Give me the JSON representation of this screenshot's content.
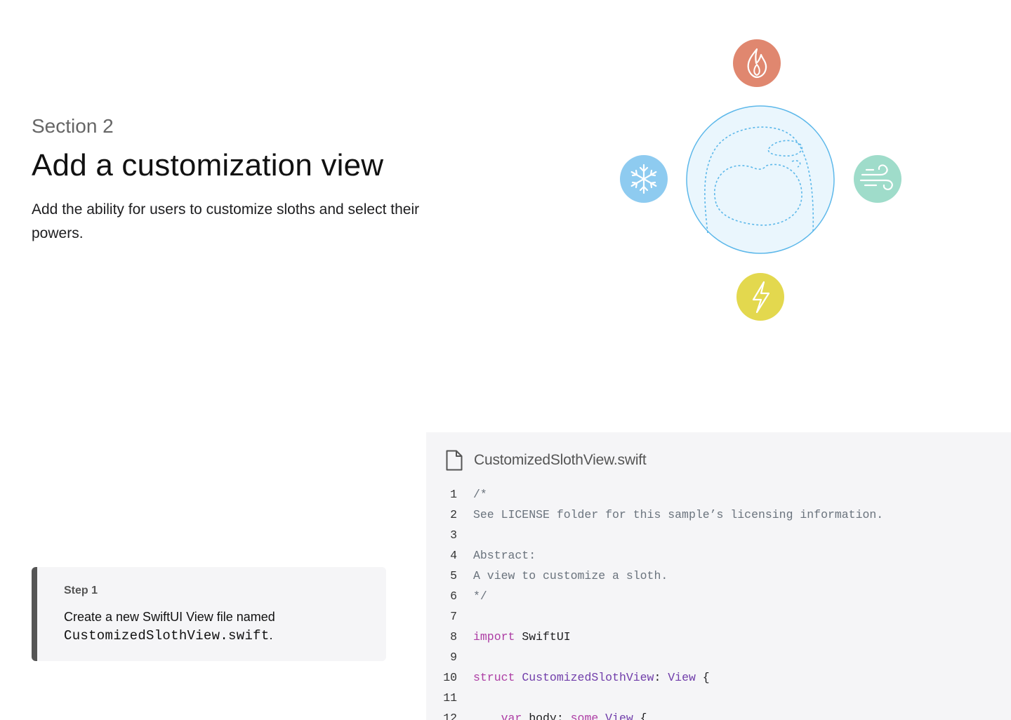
{
  "section": {
    "eyebrow": "Section 2",
    "title": "Add a customization view",
    "description": "Add the ability for users to customize sloths and select their powers."
  },
  "illustration": {
    "icons": [
      "fire-icon",
      "snowflake-icon",
      "wind-icon",
      "lightning-icon",
      "sloth-outline-icon"
    ],
    "colors": {
      "fire": "#e0876f",
      "ice": "#8ecbf0",
      "wind": "#9fdcca",
      "electric": "#e3d84e",
      "sloth_fill": "#eaf6fd",
      "sloth_stroke": "#5db8ea"
    }
  },
  "step": {
    "label": "Step 1",
    "text_before": "Create a new SwiftUI View file named ",
    "code": "CustomizedSlothView.swift",
    "text_after": "."
  },
  "code_panel": {
    "file_icon": "document-icon",
    "file_name": "CustomizedSlothView.swift",
    "lines": [
      {
        "n": "1",
        "tokens": [
          {
            "t": "/*",
            "k": "comment"
          }
        ]
      },
      {
        "n": "2",
        "tokens": [
          {
            "t": "See LICENSE folder for this sample’s licensing information.",
            "k": "comment"
          }
        ]
      },
      {
        "n": "3",
        "tokens": []
      },
      {
        "n": "4",
        "tokens": [
          {
            "t": "Abstract:",
            "k": "comment"
          }
        ]
      },
      {
        "n": "5",
        "tokens": [
          {
            "t": "A view to customize a sloth.",
            "k": "comment"
          }
        ]
      },
      {
        "n": "6",
        "tokens": [
          {
            "t": "*/",
            "k": "comment"
          }
        ]
      },
      {
        "n": "7",
        "tokens": []
      },
      {
        "n": "8",
        "tokens": [
          {
            "t": "import",
            "k": "keyword"
          },
          {
            "t": " SwiftUI",
            "k": "plain"
          }
        ]
      },
      {
        "n": "9",
        "tokens": []
      },
      {
        "n": "10",
        "tokens": [
          {
            "t": "struct",
            "k": "keyword"
          },
          {
            "t": " ",
            "k": "plain"
          },
          {
            "t": "CustomizedSlothView",
            "k": "type"
          },
          {
            "t": ": ",
            "k": "plain"
          },
          {
            "t": "View",
            "k": "type"
          },
          {
            "t": " {",
            "k": "plain"
          }
        ]
      },
      {
        "n": "11",
        "tokens": []
      },
      {
        "n": "12",
        "tokens": [
          {
            "t": "    ",
            "k": "plain"
          },
          {
            "t": "var",
            "k": "keyword"
          },
          {
            "t": " body: ",
            "k": "plain"
          },
          {
            "t": "some",
            "k": "keyword"
          },
          {
            "t": " ",
            "k": "plain"
          },
          {
            "t": "View",
            "k": "type"
          },
          {
            "t": " {",
            "k": "plain"
          }
        ]
      }
    ]
  }
}
